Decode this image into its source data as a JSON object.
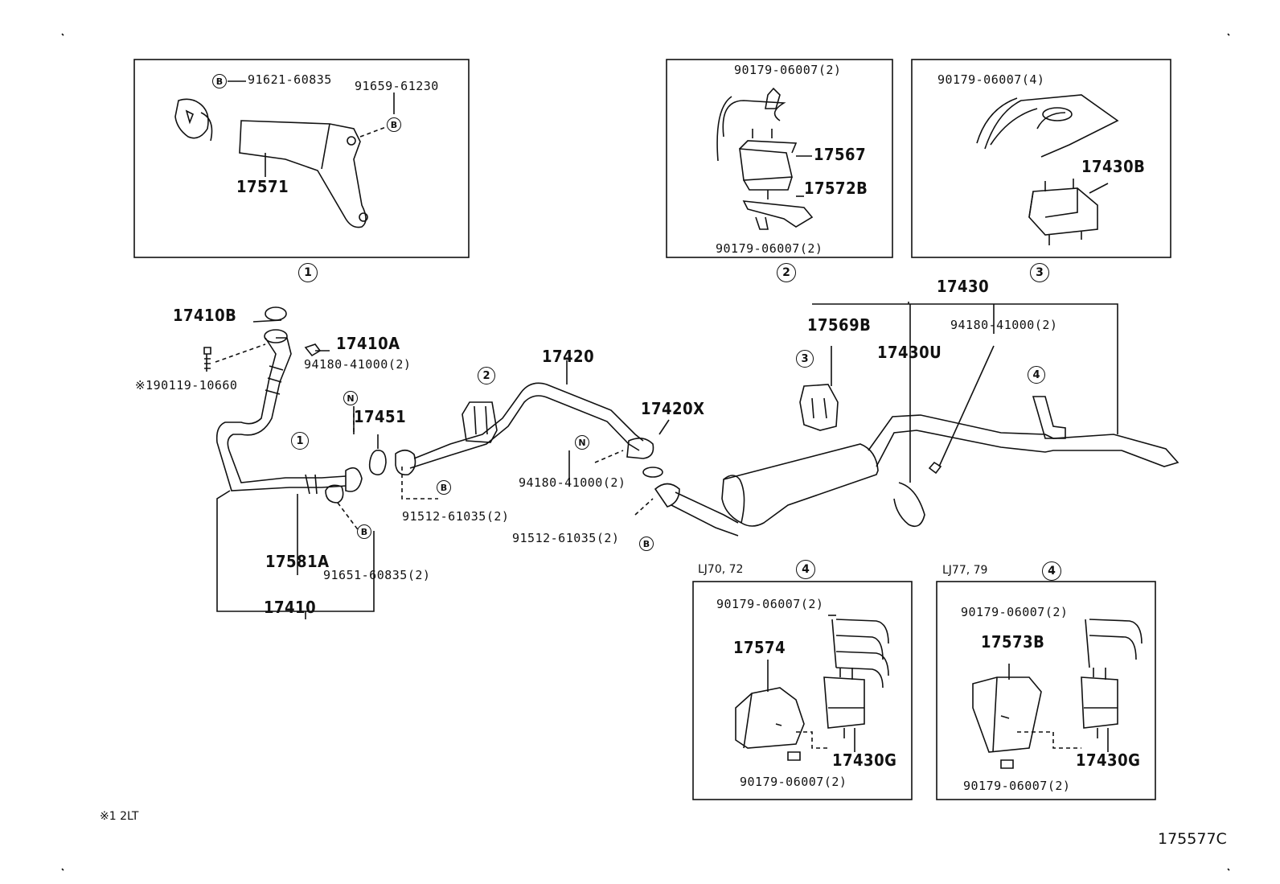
{
  "diagram_id": "175577C",
  "footnote": "※1 2LT",
  "callouts": {
    "c1": "1",
    "c2": "2",
    "c3": "3",
    "c4": "4"
  },
  "insets": {
    "inset1": {
      "labels": {
        "a": "91621-60835",
        "b": "91659-61230",
        "c": "17571"
      },
      "marker": "B",
      "number": "1"
    },
    "inset2": {
      "labels": {
        "a": "90179-06007(2)",
        "b": "17567",
        "c": "17572B",
        "d": "90179-06007(2)"
      },
      "number": "2"
    },
    "inset3": {
      "labels": {
        "a": "90179-06007(4)",
        "b": "17430B"
      },
      "number": "3"
    },
    "inset4a": {
      "variant": "LJ70, 72",
      "labels": {
        "a": "90179-06007(2)",
        "b": "17574",
        "c": "17430G",
        "d": "90179-06007(2)"
      },
      "number": "4"
    },
    "inset4b": {
      "variant": "LJ77, 79",
      "labels": {
        "a": "90179-06007(2)",
        "b": "17573B",
        "c": "17430G",
        "d": "90179-06007(2)"
      },
      "number": "4"
    }
  },
  "main": {
    "p17410B": "17410B",
    "p17410A": "17410A",
    "p94180a": "94180-41000(2)",
    "p90119": "※190119-10660",
    "p17451": "17451",
    "p17581A": "17581A",
    "p91651": "91651-60835(2)",
    "p17410": "17410",
    "p91512a": "91512-61035(2)",
    "p17420": "17420",
    "p17420X": "17420X",
    "p94180b": "94180-41000(2)",
    "p91512b": "91512-61035(2)",
    "p17430": "17430",
    "p17569B": "17569B",
    "p17430U": "17430U",
    "p94180c": "94180-41000(2)",
    "markerN": "N",
    "markerB": "B"
  }
}
